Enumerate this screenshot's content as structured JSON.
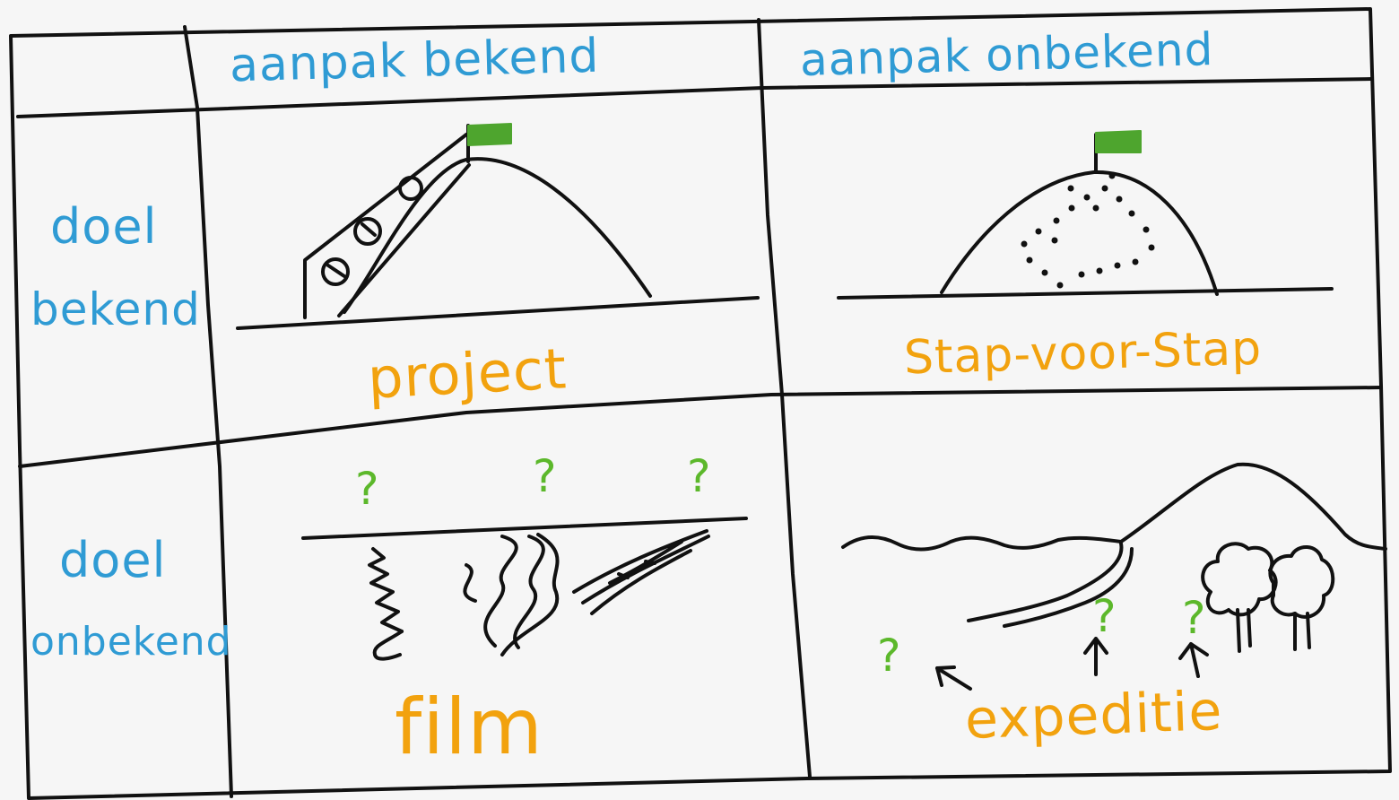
{
  "columns": {
    "approach_known": "aanpak bekend",
    "approach_unknown": "aanpak onbekend"
  },
  "rows": {
    "goal_known": [
      "doel",
      "bekend"
    ],
    "goal_unknown": [
      "doel",
      "onbekend"
    ]
  },
  "quadrants": {
    "project": "project",
    "step_by_step": "Stap-voor-Stap",
    "film": "film",
    "expedition": "expeditie"
  },
  "question_mark": "?",
  "colors": {
    "heading_blue": "#2f9bd4",
    "label_orange": "#f2a20e",
    "flag_green": "#4ea52e",
    "question_green": "#5cb82b",
    "ink": "#111111",
    "background": "#f6f6f6"
  }
}
